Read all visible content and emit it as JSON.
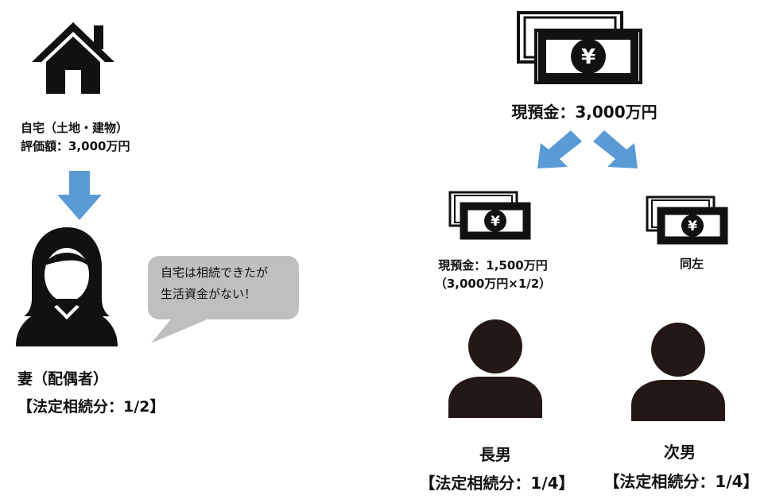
{
  "colors": {
    "arrow": "#5b9bd5",
    "bubble": "#bfbfbf",
    "ink": "#111111",
    "person_dark": "#231815"
  },
  "house": {
    "icon": "house-icon",
    "line1": "自宅（土地・建物）",
    "line2": "評価額：3,000万円"
  },
  "cash": {
    "icon": "yen-banknotes-icon",
    "label": "現預金：3,000万円",
    "symbol": "¥"
  },
  "spouse": {
    "icon": "woman-avatar-icon",
    "name": "妻（配偶者）",
    "share": "【法定相続分：1/2】",
    "bubble_line1": "自宅は相続できたが",
    "bubble_line2": "生活資金がない！"
  },
  "eldest_son": {
    "icon": "person-avatar-icon",
    "cash_line1": "現預金：1,500万円",
    "cash_line2": "（3,000万円×1/2）",
    "name": "長男",
    "share": "【法定相続分：1/4】"
  },
  "second_son": {
    "icon": "person-avatar-icon",
    "cash_label": "同左",
    "name": "次男",
    "share": "【法定相続分：1/4】"
  }
}
